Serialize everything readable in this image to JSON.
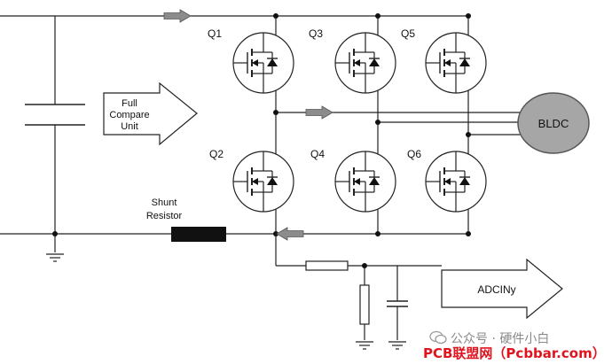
{
  "labels": {
    "q1": "Q1",
    "q2": "Q2",
    "q3": "Q3",
    "q4": "Q4",
    "q5": "Q5",
    "q6": "Q6",
    "full_compare_line1": "Full",
    "full_compare_line2": "Compare",
    "full_compare_line3": "Unit",
    "shunt_line1": "Shunt",
    "shunt_line2": "Resistor",
    "motor": "BLDC",
    "adc": "ADCINy"
  },
  "watermark": {
    "account": "公众号 · 硬件小白",
    "site": "PCB联盟网（Pcbbar.com）"
  },
  "colors": {
    "wire": "#222222",
    "arrow_fill": "#8c8c8c",
    "motor_fill": "#a6a6a6",
    "shunt_fill": "#111111",
    "watermark_red": "#e0141e",
    "watermark_gray": "#8a8a8a"
  }
}
